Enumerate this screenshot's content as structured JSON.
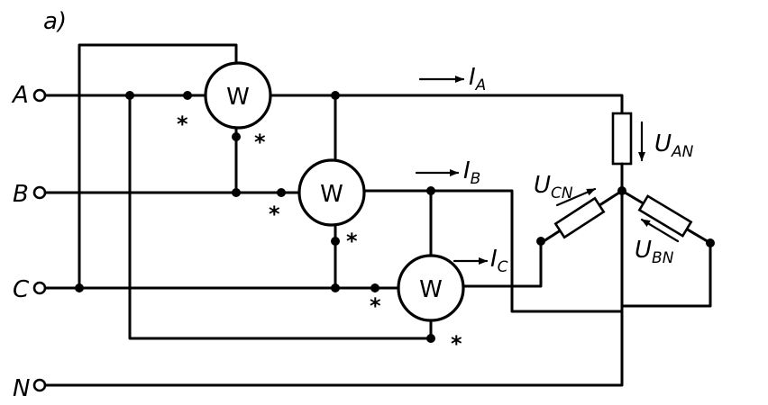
{
  "figure_label": "a)",
  "terminals": {
    "a": "A",
    "b": "B",
    "c": "C",
    "n": "N"
  },
  "meter_symbol": "W",
  "polarity_mark": "*",
  "currents": {
    "ia": {
      "main": "I",
      "sub": "A"
    },
    "ib": {
      "main": "I",
      "sub": "B"
    },
    "ic": {
      "main": "I",
      "sub": "C"
    }
  },
  "voltages": {
    "uan": {
      "main": "U",
      "sub": "AN"
    },
    "ucn": {
      "main": "U",
      "sub": "CN"
    },
    "ubn": {
      "main": "U",
      "sub": "BN"
    }
  }
}
